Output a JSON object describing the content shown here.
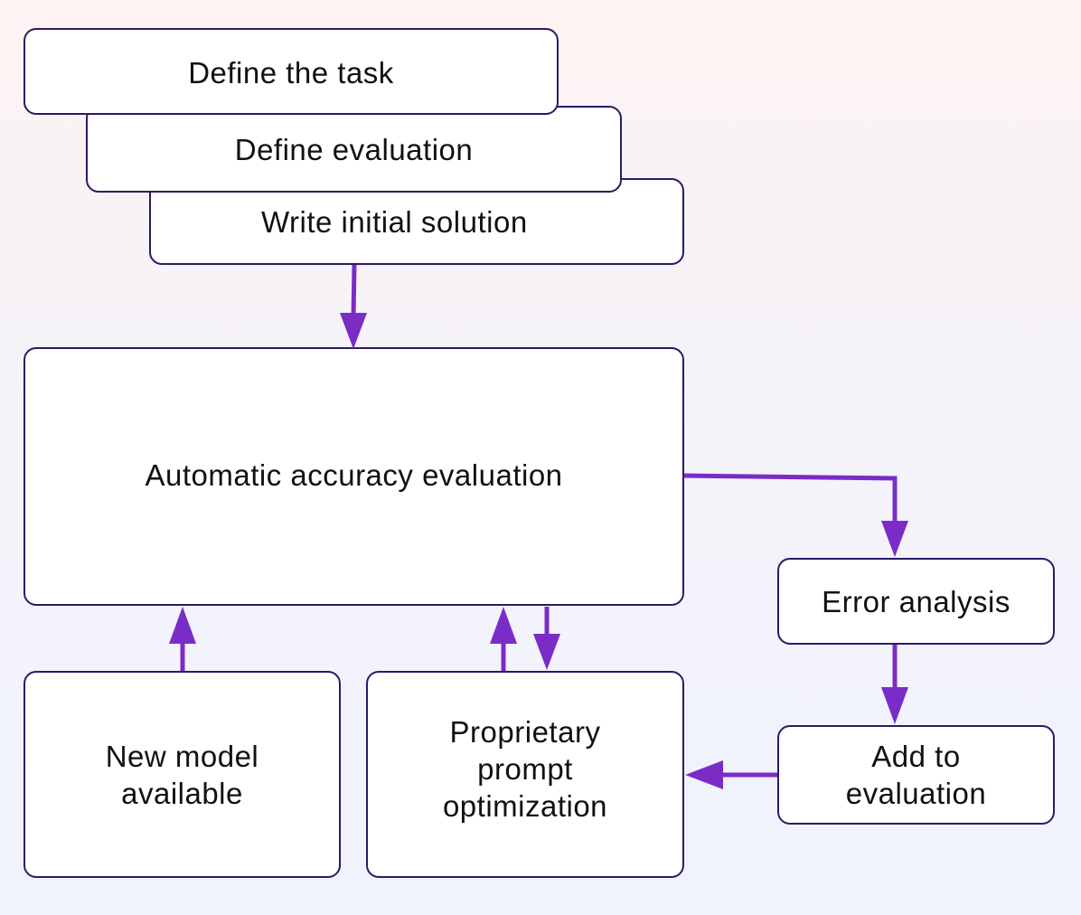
{
  "nodes": {
    "define_task": "Define the task",
    "define_evaluation": "Define evaluation",
    "write_initial_solution": "Write initial solution",
    "automatic_accuracy_evaluation": "Automatic accuracy evaluation",
    "error_analysis": "Error analysis",
    "add_to_evaluation": "Add to\nevaluation",
    "new_model_available": "New model\navailable",
    "proprietary_prompt_optimization": "Proprietary\nprompt\noptimization"
  },
  "colors": {
    "arrow": "#7b2cc7",
    "box_border": "#2a1a66",
    "box_fill": "#ffffff"
  }
}
